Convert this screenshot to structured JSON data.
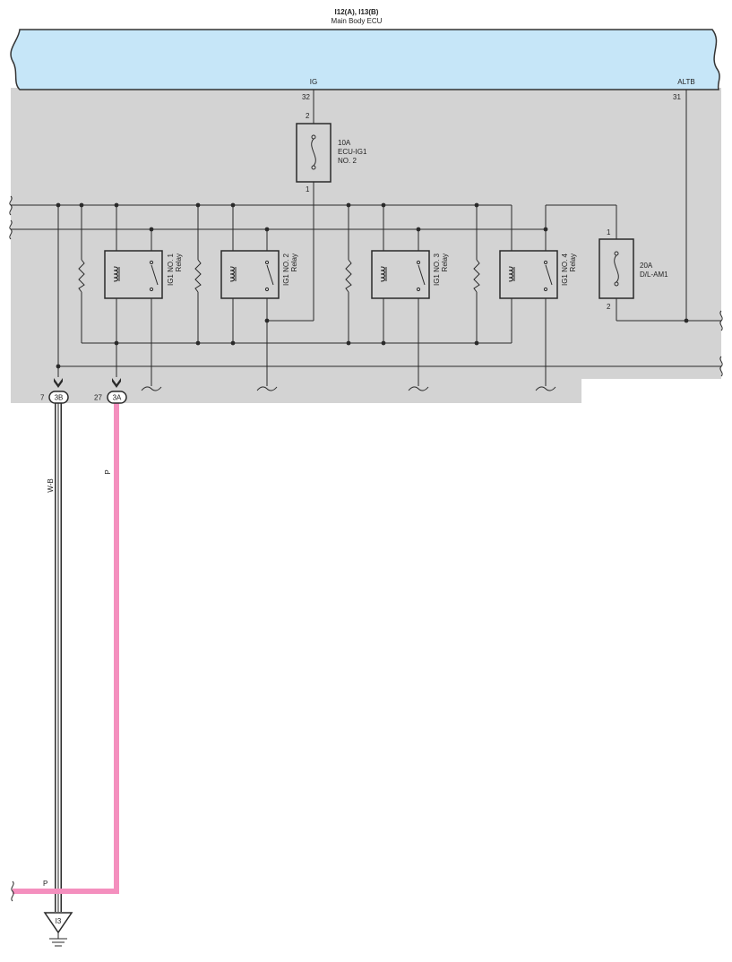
{
  "header": {
    "connector_ids": "I12(A), I13(B)",
    "component_name": "Main Body ECU"
  },
  "terminals": {
    "ig": "IG",
    "ig_pin": "32",
    "altb": "ALTB",
    "altb_pin": "31"
  },
  "fuses": [
    {
      "rating": "10A",
      "name_line1": "ECU-IG1",
      "name_line2": "NO. 2",
      "pin_top": "2",
      "pin_bottom": "1"
    },
    {
      "rating": "20A",
      "name_line1": "D/L-AM1",
      "name_line2": "",
      "pin_top": "1",
      "pin_bottom": "2"
    }
  ],
  "relays": [
    {
      "name": "IG1 NO. 1",
      "sub": "Relay"
    },
    {
      "name": "IG1 NO. 2",
      "sub": "Relay"
    },
    {
      "name": "IG1 NO. 3",
      "sub": "Relay"
    },
    {
      "name": "IG1 NO. 4",
      "sub": "Relay"
    }
  ],
  "connectors": [
    {
      "pin": "7",
      "id": "3B"
    },
    {
      "pin": "27",
      "id": "3A"
    }
  ],
  "wires": {
    "wb_label": "W-B",
    "p_label": "P",
    "p_bottom_label": "P",
    "p_color": "#f48fbe"
  },
  "ground": {
    "label": "I3"
  },
  "colors": {
    "ecu_fill": "#c6e6f8",
    "ecu_stroke": "#333333",
    "panel_fill": "#d3d3d3",
    "wire": "#2a2a2a",
    "pink": "#f48fbe"
  }
}
